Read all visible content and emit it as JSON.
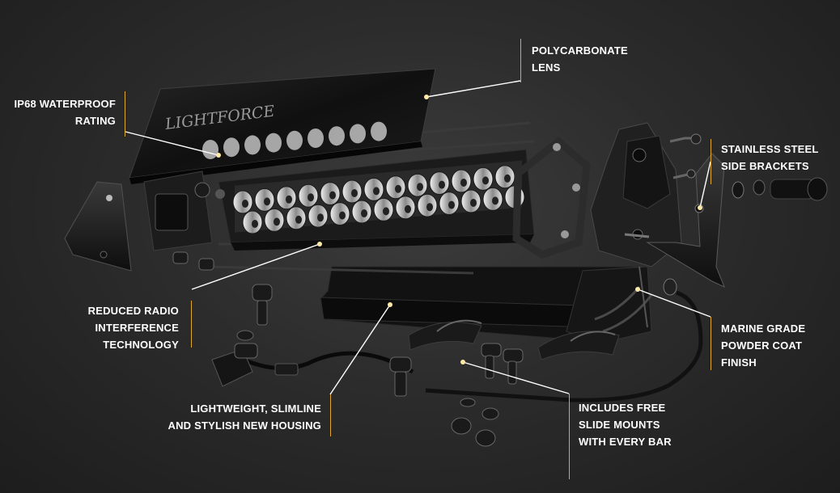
{
  "colors": {
    "accent": "#e0a92c",
    "text": "#ffffff",
    "background": "#2b2b2b"
  },
  "callouts": [
    {
      "id": "lens",
      "lines": [
        "POLYCARBONATE",
        "LENS"
      ]
    },
    {
      "id": "waterproof",
      "lines": [
        "IP68 WATERPROOF",
        "RATING"
      ]
    },
    {
      "id": "brackets",
      "lines": [
        "STAINLESS STEEL",
        "SIDE BRACKETS"
      ]
    },
    {
      "id": "radio",
      "lines": [
        "REDUCED RADIO",
        "INTERFERENCE",
        "TECHNOLOGY"
      ]
    },
    {
      "id": "coat",
      "lines": [
        "MARINE GRADE",
        "POWDER COAT",
        "FINISH"
      ]
    },
    {
      "id": "housing",
      "lines": [
        "LIGHTWEIGHT, SLIMLINE",
        "AND STYLISH NEW HOUSING"
      ]
    },
    {
      "id": "mounts",
      "lines": [
        "INCLUDES FREE",
        "SLIDE MOUNTS",
        "WITH EVERY BAR"
      ]
    }
  ],
  "brand_mark": "LIGHTFORCE"
}
